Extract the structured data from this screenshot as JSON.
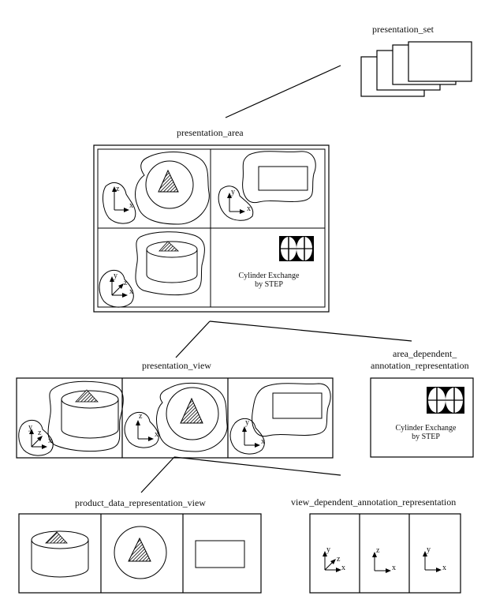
{
  "labels": {
    "presentation_set": "presentation_set",
    "presentation_area": "presentation_area",
    "presentation_view": "presentation_view",
    "area_dep_line1": "area_dependent_",
    "area_dep_line2": "annotation_representation",
    "product_data_view": "product_data_representation_view",
    "view_dep": "view_dependent_annotation_representation"
  },
  "annotation_text": {
    "line1": "Cylinder Exchange",
    "line2": "by STEP"
  },
  "axes": {
    "x": "x",
    "y": "y",
    "z": "z"
  }
}
